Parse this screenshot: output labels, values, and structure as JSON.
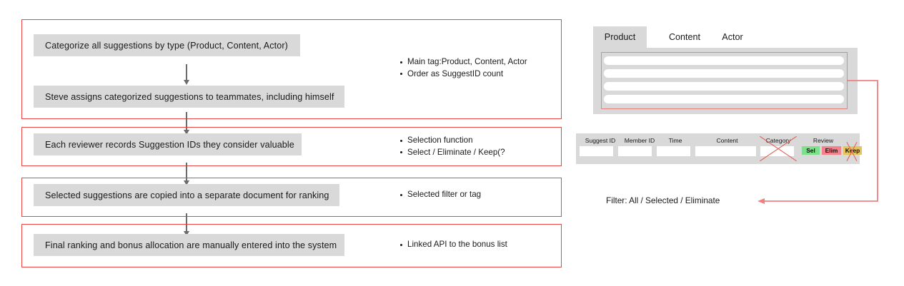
{
  "flow": {
    "groups": [
      {
        "steps": [
          "Categorize all suggestions by type (Product, Content, Actor)",
          "Steve assigns categorized suggestions to teammates, including himself"
        ],
        "notes": [
          "Main tag:Product, Content, Actor",
          "Order as SuggestID count"
        ]
      },
      {
        "steps": [
          "Each reviewer records Suggestion IDs they consider valuable"
        ],
        "notes": [
          "Selection function",
          "Select / Eliminate / Keep(?"
        ]
      },
      {
        "steps": [
          "Selected suggestions are copied into a separate document for ranking"
        ],
        "notes": [
          "Selected filter or tag"
        ]
      },
      {
        "steps": [
          "Final ranking and bonus allocation are manually entered into the system"
        ],
        "notes": [
          "Linked API to the bonus list"
        ]
      }
    ]
  },
  "mockup": {
    "tabs": [
      {
        "label": "Product",
        "active": true
      },
      {
        "label": "Content",
        "active": false
      },
      {
        "label": "Actor",
        "active": false
      }
    ],
    "list_rows": [
      "",
      "",
      "",
      ""
    ],
    "table": {
      "headers": [
        "Suggest ID",
        "Member ID",
        "Time",
        "Content",
        "Category",
        "Review"
      ],
      "review_chips": [
        {
          "label": "Sel",
          "color": "#7ee08a"
        },
        {
          "label": "Elim",
          "color": "#f4828c"
        },
        {
          "label": "Keep",
          "color": "#e6c45c"
        }
      ],
      "struck_out": [
        "Category",
        "Keep"
      ]
    },
    "filter_label": "Filter: All / Selected / Eliminate"
  },
  "colors": {
    "accent_red": "#ee4444",
    "connector_red": "#f08080",
    "box_gray": "#d9d9d9",
    "arrow_gray": "#6b6b6b",
    "strike_red": "#e2584f"
  }
}
